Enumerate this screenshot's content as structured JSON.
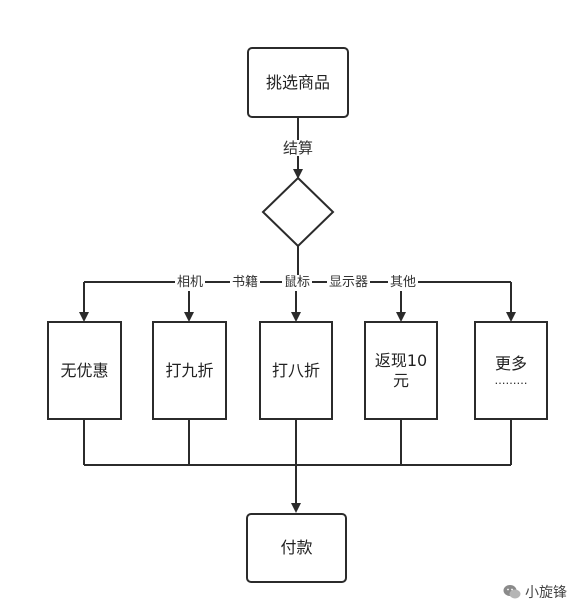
{
  "nodes": {
    "start": "挑选商品",
    "no_discount": "无优惠",
    "discount_90": "打九折",
    "discount_80": "打八折",
    "cashback_line1": "返现10",
    "cashback_line2": "元",
    "more_line1": "更多",
    "more_line2": "………",
    "pay": "付款"
  },
  "edges": {
    "checkout": "结算",
    "camera": "相机",
    "books": "书籍",
    "mouse": "鼠标",
    "monitor": "显示器",
    "other": "其他"
  },
  "watermark": {
    "text": "小旋锋",
    "icon": "wechat-icon"
  }
}
